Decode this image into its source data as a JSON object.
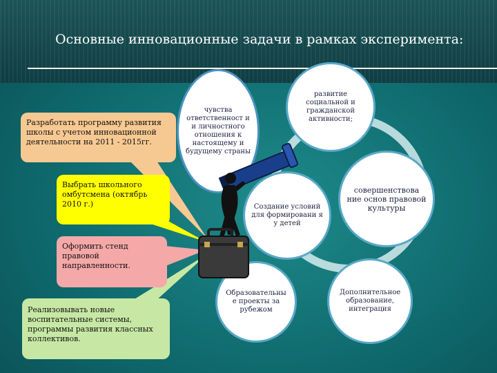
{
  "slide": {
    "title": "Основные инновационные задачи в рамках эксперимента:"
  },
  "tasks": [
    {
      "text": "Разработать программу развития школы с учетом инновационной деятельности на 2011 - 2015гг."
    },
    {
      "text": "Выбрать школьного омбутсмена (октябрь 2010 г.)"
    },
    {
      "text": "Оформить стенд правовой направленности."
    },
    {
      "text": "Реализовывать новые воспитательные системы, программы развития классных коллективов."
    }
  ],
  "goals": [
    {
      "text": "чувства ответственност и и личностного отношения к настоящему и будущему страны"
    },
    {
      "text": "развитие социальной и гражданской активности;"
    },
    {
      "text": "Создание условий для формировани я у детей"
    },
    {
      "text": "совершенствова ние основ правовой культуры"
    },
    {
      "text": "Образовательны е проекты за рубежом"
    },
    {
      "text": "Дополнительное образование, интеграция"
    }
  ],
  "colors": {
    "background": "#0f6b6e",
    "task1": "#f7c992",
    "task2": "#ffff00",
    "task3": "#f5a8a8",
    "task4": "#c7e8a4"
  },
  "icons": {
    "figure": "person-with-telescope-icon",
    "briefcase": "briefcase-icon"
  }
}
